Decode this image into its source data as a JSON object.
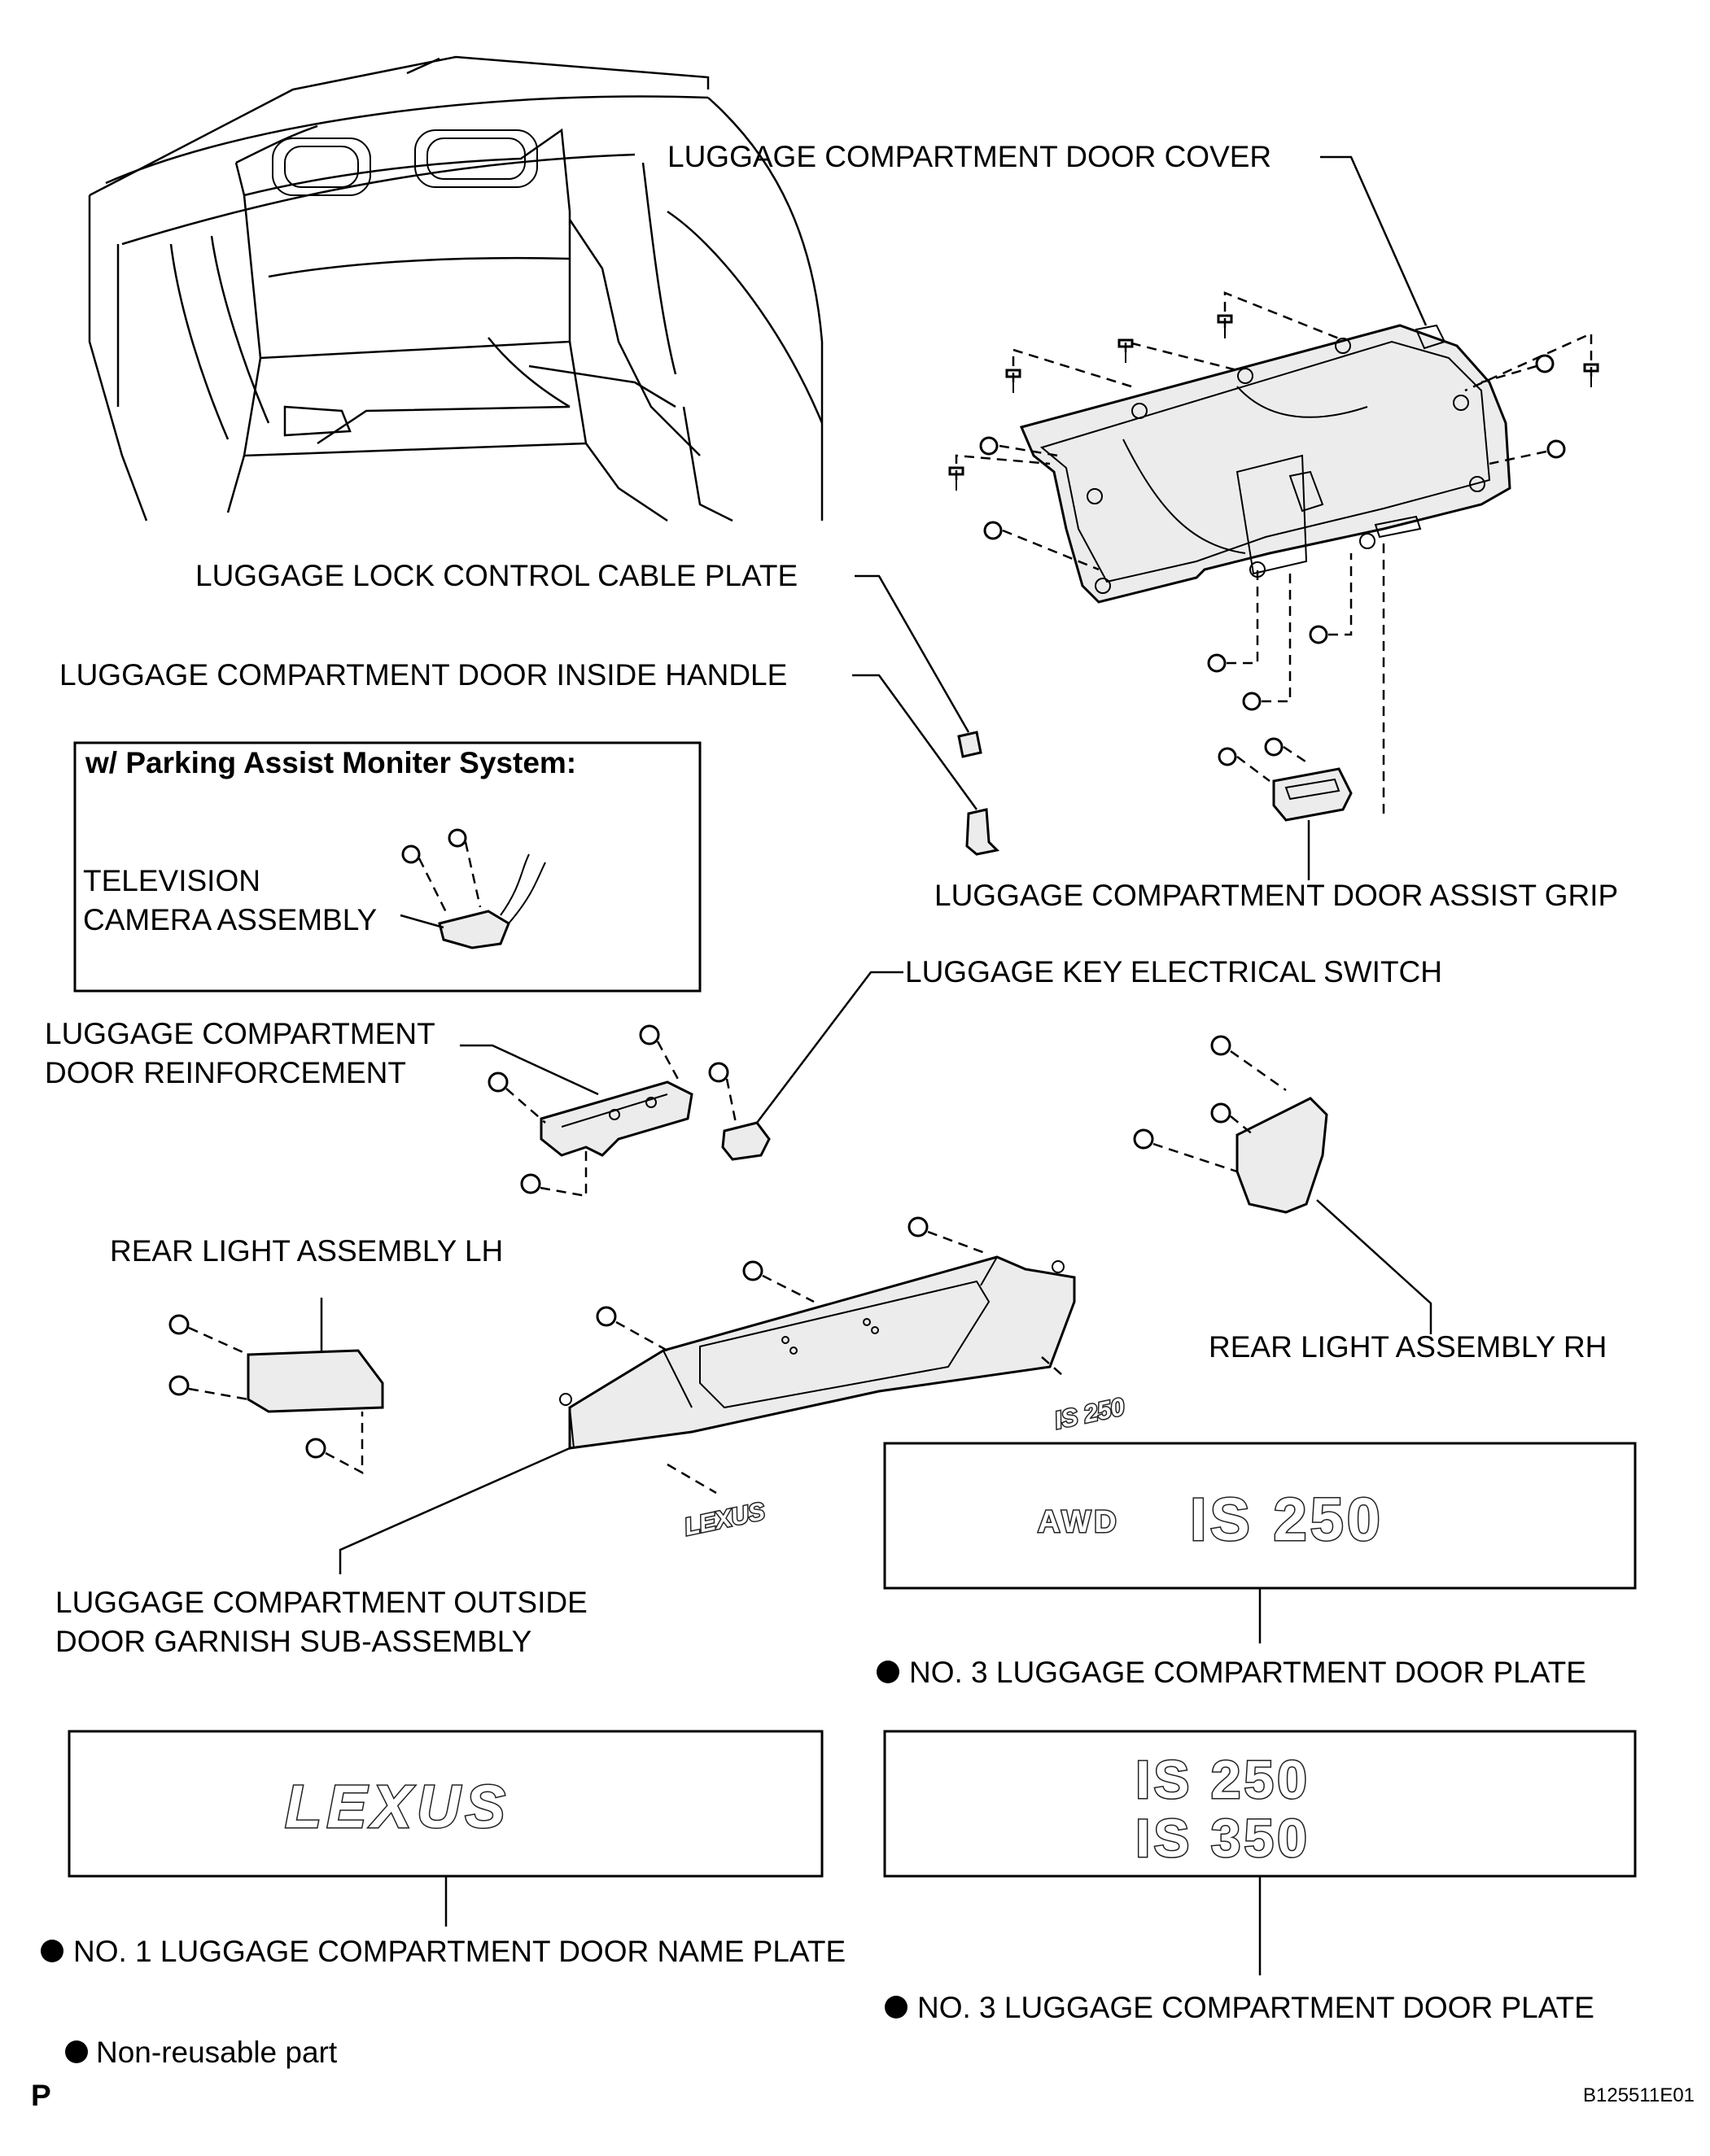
{
  "labels": {
    "door_cover": "LUGGAGE COMPARTMENT DOOR COVER",
    "cable_plate": "LUGGAGE LOCK CONTROL CABLE PLATE",
    "inside_handle": "LUGGAGE COMPARTMENT DOOR INSIDE HANDLE",
    "assist_grip": "LUGGAGE COMPARTMENT DOOR ASSIST GRIP",
    "key_switch": "LUGGAGE KEY ELECTRICAL SWITCH",
    "reinforcement_1": "LUGGAGE COMPARTMENT",
    "reinforcement_2": "DOOR REINFORCEMENT",
    "rear_light_lh": "REAR LIGHT ASSEMBLY LH",
    "rear_light_rh": "REAR LIGHT ASSEMBLY RH",
    "garnish_1": "LUGGAGE COMPARTMENT OUTSIDE",
    "garnish_2": "DOOR GARNISH SUB-ASSEMBLY",
    "no3_plate_a": "NO. 3 LUGGAGE COMPARTMENT DOOR PLATE",
    "no1_plate": "NO. 1 LUGGAGE COMPARTMENT DOOR NAME PLATE",
    "no3_plate_b": "NO. 3 LUGGAGE COMPARTMENT DOOR PLATE",
    "legend": "Non-reusable part"
  },
  "inset": {
    "title": "w/ Parking Assist Moniter System:",
    "camera_1": "TELEVISION",
    "camera_2": "CAMERA ASSEMBLY"
  },
  "plates": {
    "awd": "AWD",
    "is250": "IS 250",
    "lexus": "LEXUS",
    "is250_b": "IS 250",
    "is350": "IS 350",
    "lexus_small": "LEXUS",
    "is250_small": "IS 250"
  },
  "footer": {
    "left": "P",
    "code": "B125511E01"
  }
}
